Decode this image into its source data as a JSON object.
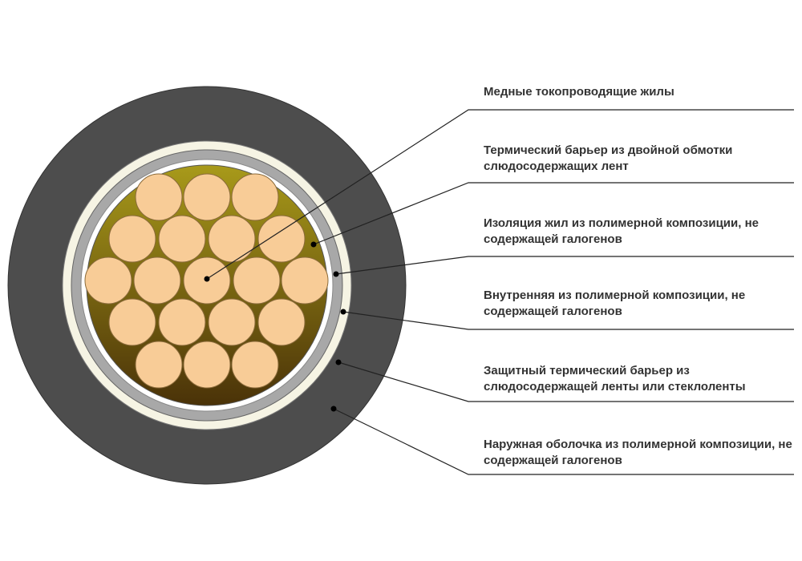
{
  "labels": [
    {
      "text": "Медные токопроводящие жилы"
    },
    {
      "text": "Термический барьер из двойной обмотки слюдосодержащих лент"
    },
    {
      "text": "Изоляция жил из полимерной композиции, не содержащей галогенов"
    },
    {
      "text": "Внутренняя из полимерной композиции, не содержащей галогенов"
    },
    {
      "text": "Защитный термический барьер из слюдосодержащей ленты или стеклоленты"
    },
    {
      "text": "Наружная оболочка из полимерной композиции, не содержащей галогенов"
    }
  ],
  "colors": {
    "outer_sheath": "#4d4d4d",
    "cream_layer": "#f6f4e4",
    "gray_tape": "#a8a8a8",
    "white_gap": "#ffffff",
    "filler_top": "#a89a1a",
    "filler_bottom": "#4a3208",
    "wire": "#f8cc97",
    "wire_stroke": "#8a6a3a",
    "leader_line": "#222222"
  }
}
